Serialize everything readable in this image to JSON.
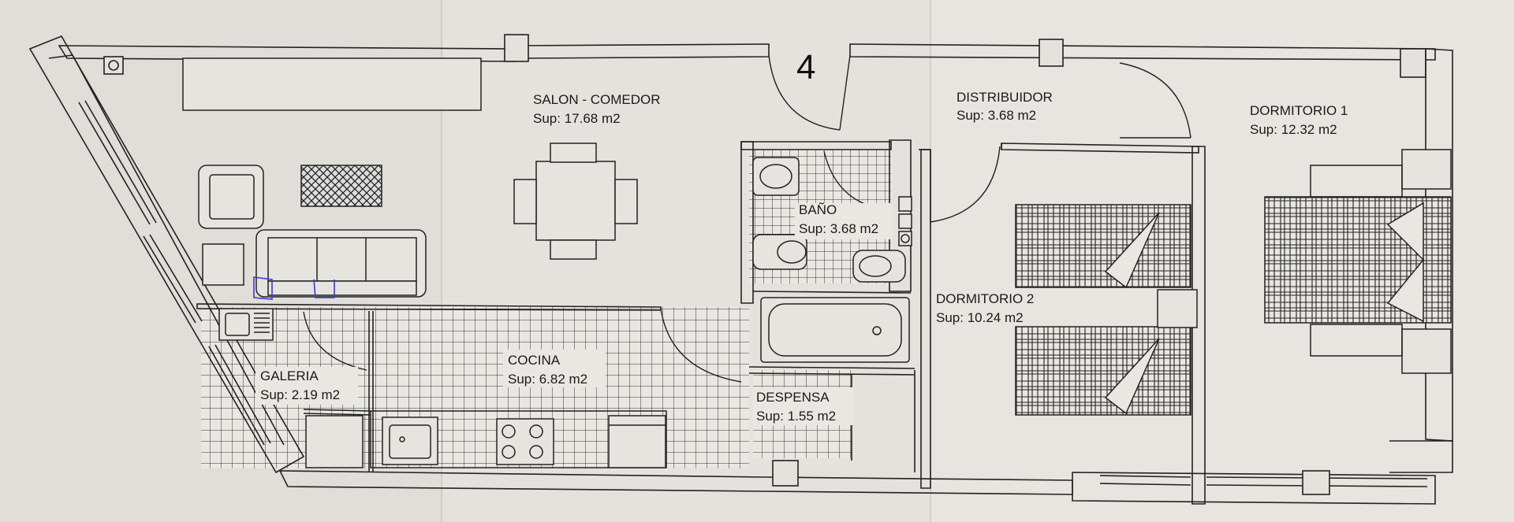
{
  "plan": {
    "unit_number": "4",
    "rooms": [
      {
        "name": "SALON - COMEDOR",
        "area": "Sup: 17.68 m2"
      },
      {
        "name": "DISTRIBUIDOR",
        "area": "Sup: 3.68 m2"
      },
      {
        "name": "DORMITORIO 1",
        "area": "Sup: 12.32 m2"
      },
      {
        "name": "BAÑO",
        "area": "Sup: 3.68 m2"
      },
      {
        "name": "DORMITORIO 2",
        "area": "Sup: 10.24 m2"
      },
      {
        "name": "COCINA",
        "area": "Sup: 6.82 m2"
      },
      {
        "name": "GALERIA",
        "area": "Sup: 2.19 m2"
      },
      {
        "name": "DESPENSA",
        "area": "Sup: 1.55 m2"
      }
    ],
    "colors": {
      "paper": "#e6e4df",
      "ink": "#222222",
      "marker": "#3a3ad0"
    }
  }
}
